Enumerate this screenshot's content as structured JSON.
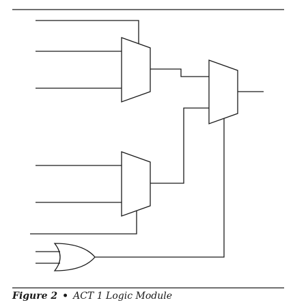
{
  "figure": {
    "label": "Figure 2",
    "separator": "•",
    "title": "ACT 1 Logic Module"
  },
  "components": [
    {
      "name": "mux-1",
      "kind": "multiplexer"
    },
    {
      "name": "mux-2",
      "kind": "multiplexer"
    },
    {
      "name": "mux-3",
      "kind": "multiplexer"
    },
    {
      "name": "or-gate",
      "kind": "OR gate"
    }
  ],
  "style": {
    "line_color": "#1a1a1a",
    "background": "#ffffff"
  }
}
